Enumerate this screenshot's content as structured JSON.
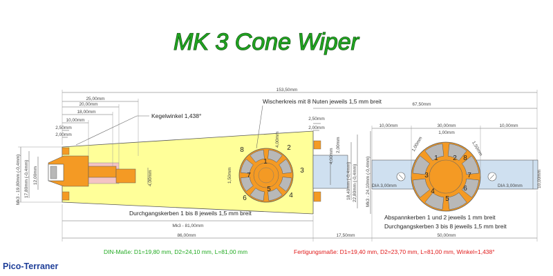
{
  "title": "MK 3 Cone Wiper",
  "brand": "Pico-Terraner",
  "colors": {
    "title_fill": "#21a321",
    "body_yellow": "#ffff99",
    "tube_blue": "#cfe0f0",
    "orange": "#f49a24",
    "grey": "#b8b8b8",
    "pink": "#f4c4c4",
    "din_text": "#22aa22",
    "fertigung_text": "#e01818"
  },
  "labels": {
    "kegelwinkel": "Kegelwinkel 1,438°",
    "wischerkreis": "Wischerkreis mit 8 Nuten jeweils 1,5 mm breit",
    "durchgang_side": "Durchgangskerben 1 bis 8 jeweils 1,5 mm breit",
    "mk3_length": "Mk3 - 81,00mm",
    "abspann": "Abspannkerben 1 und 2 jeweils 1 mm breit",
    "durchgang_front": "Durchgangskerben 3 bis 8 jeweils 1,5 mm breit",
    "dia_left": "DIA 3,00mm",
    "dia_right": "DIA 3,00mm"
  },
  "dimensions": {
    "total_top": "153,50mm",
    "d25": "25,00mm",
    "d20": "20,00mm",
    "d18": "18,00mm",
    "d10": "10,00mm",
    "d2_50a": "2,50mm",
    "d2_00a": "2,00mm",
    "d2_50b": "2,50mm",
    "d2_00b": "2,00mm",
    "d67_50": "67,50mm",
    "d4_00a": "4,00mm",
    "d2_00c": "2,00mm",
    "d1_50": "1,50mm",
    "d4_00b": "4,00mm",
    "d4_00c": "4,00mm",
    "front_10a": "10,00mm",
    "front_30": "30,00mm",
    "front_10b": "10,00mm",
    "front_1a": "1,00mm",
    "front_1b": "1,00mm",
    "front_1c": "1,50mm",
    "front_10v": "10,00mm",
    "left_19_80": "Mk3 - 19,80mm (-0,4mm)",
    "left_17_80": "17,80mm (-0,4mm)",
    "left_12": "12,00mm",
    "right_18_40": "18,40mm (-0,4mm)",
    "right_22_80": "22,80mm (-0,4mm)",
    "right_24_10": "Mk3 - 24,10mm (-0,4mm)",
    "bottom_86": "86,00mm",
    "bottom_17_50": "17,50mm",
    "bottom_50": "50,00mm"
  },
  "wiper_numbers": [
    "1",
    "2",
    "3",
    "4",
    "5",
    "6",
    "7",
    "8"
  ],
  "front_numbers": [
    "1",
    "2",
    "3",
    "4",
    "5",
    "6",
    "7",
    "8"
  ],
  "din_text": "DIN-Maße: D1=19,80 mm, D2=24,10 mm, L=81,00 mm",
  "fertigung_text": "Fertigungsmaße: D1=19,40 mm, D2=23,70 mm, L=81,00 mm, Winkel=1,438°"
}
